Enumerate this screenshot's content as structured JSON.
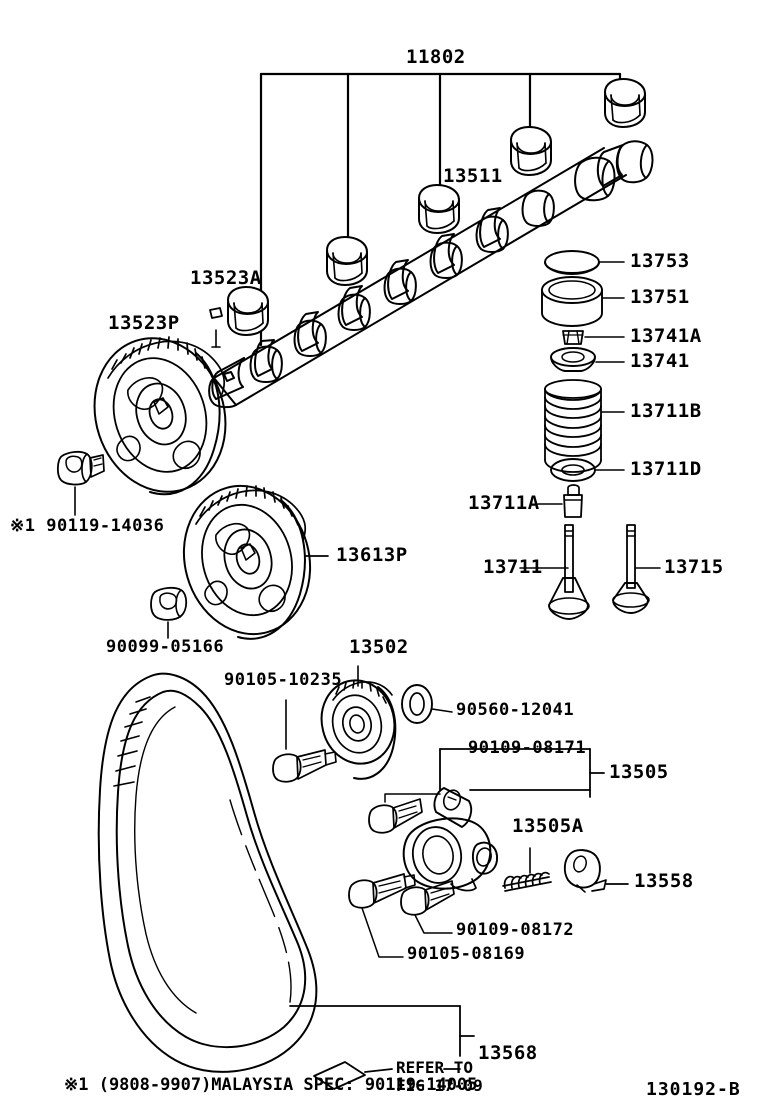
{
  "figure": {
    "code": "130192-B",
    "note": "※1 (9808-9907)MALAYSIA SPEC: 90119-14005",
    "refer_line_1": "REFER TO",
    "refer_line_2": "FIG 17-09"
  },
  "labels": {
    "camshaft_bearing_set": "11802",
    "camshaft": "13511",
    "camshaft_key": "13523A",
    "camshaft_timing_pulley": "13523P",
    "camshaft_pulley_bolt": "※1 90119-14036",
    "injection_pump_pulley": "13613P",
    "pulley_nut": "90099-05166",
    "idler_pulley": "13502",
    "idler_pulley_bolt": "90105-10235",
    "idler_plate_washer": "90560-12041",
    "tensioner_assembly": "13505",
    "tensioner_bolt_upper": "90109-08171",
    "tensioner_bolt_lower": "90109-08172",
    "tensioner_bolt_long": "90105-08169",
    "tensioner_spring": "13505A",
    "spring_hook_plate": "13558",
    "timing_belt": "13568",
    "valve_lifter_shim": "13753",
    "valve_lifter": "13751",
    "valve_keeper": "13741A",
    "valve_spring_retainer": "13741",
    "valve_spring": "13711B",
    "valve_spring_seat": "13711D",
    "valve_stem_seal": "13711A",
    "intake_valve": "13711",
    "exhaust_valve": "13715"
  }
}
